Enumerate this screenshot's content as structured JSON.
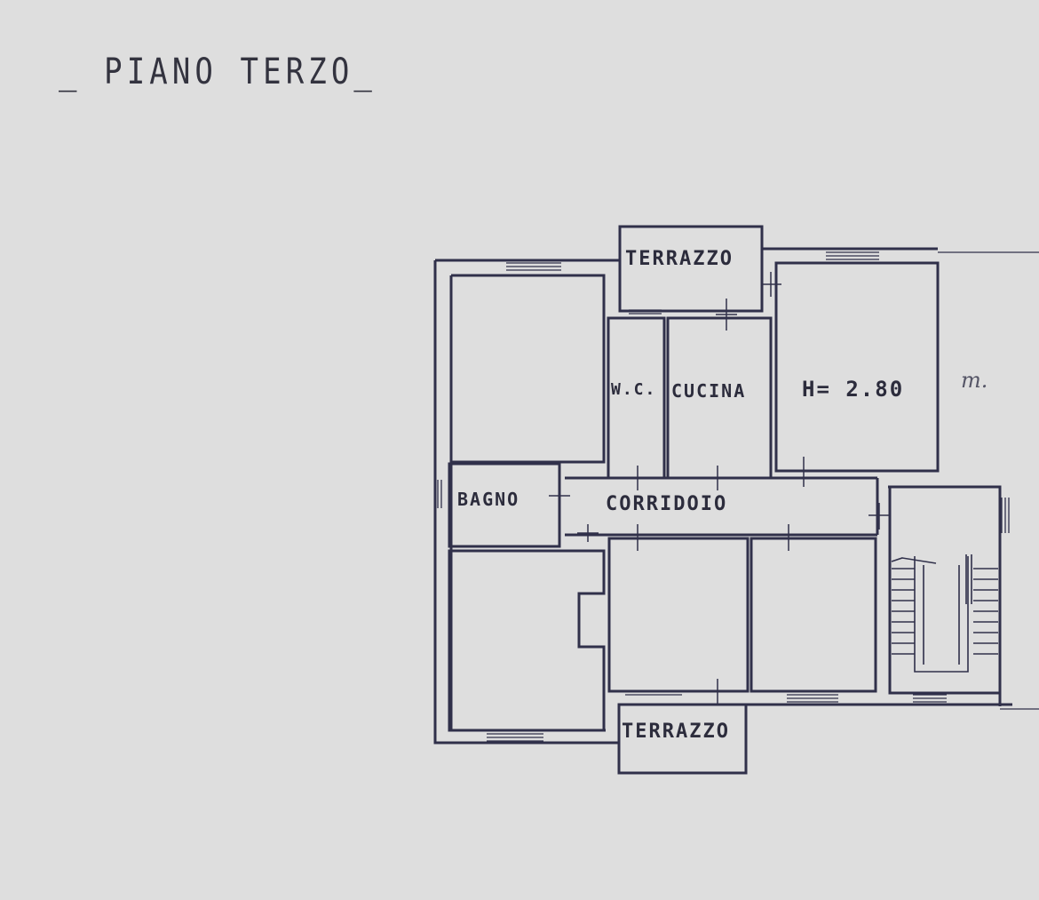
{
  "title": "_ PIANO TERZO_",
  "rooms": {
    "terrace_top": "TERRAZZO",
    "wc": "W.C.",
    "kitchen": "CUCINA",
    "height": "H= 2.80",
    "bathroom": "BAGNO",
    "corridor": "CORRIDOIO",
    "terrace_bottom": "TERRAZZO"
  },
  "margin_note": "m.",
  "colors": {
    "paper": "#dedede",
    "ink": "#30304a"
  }
}
